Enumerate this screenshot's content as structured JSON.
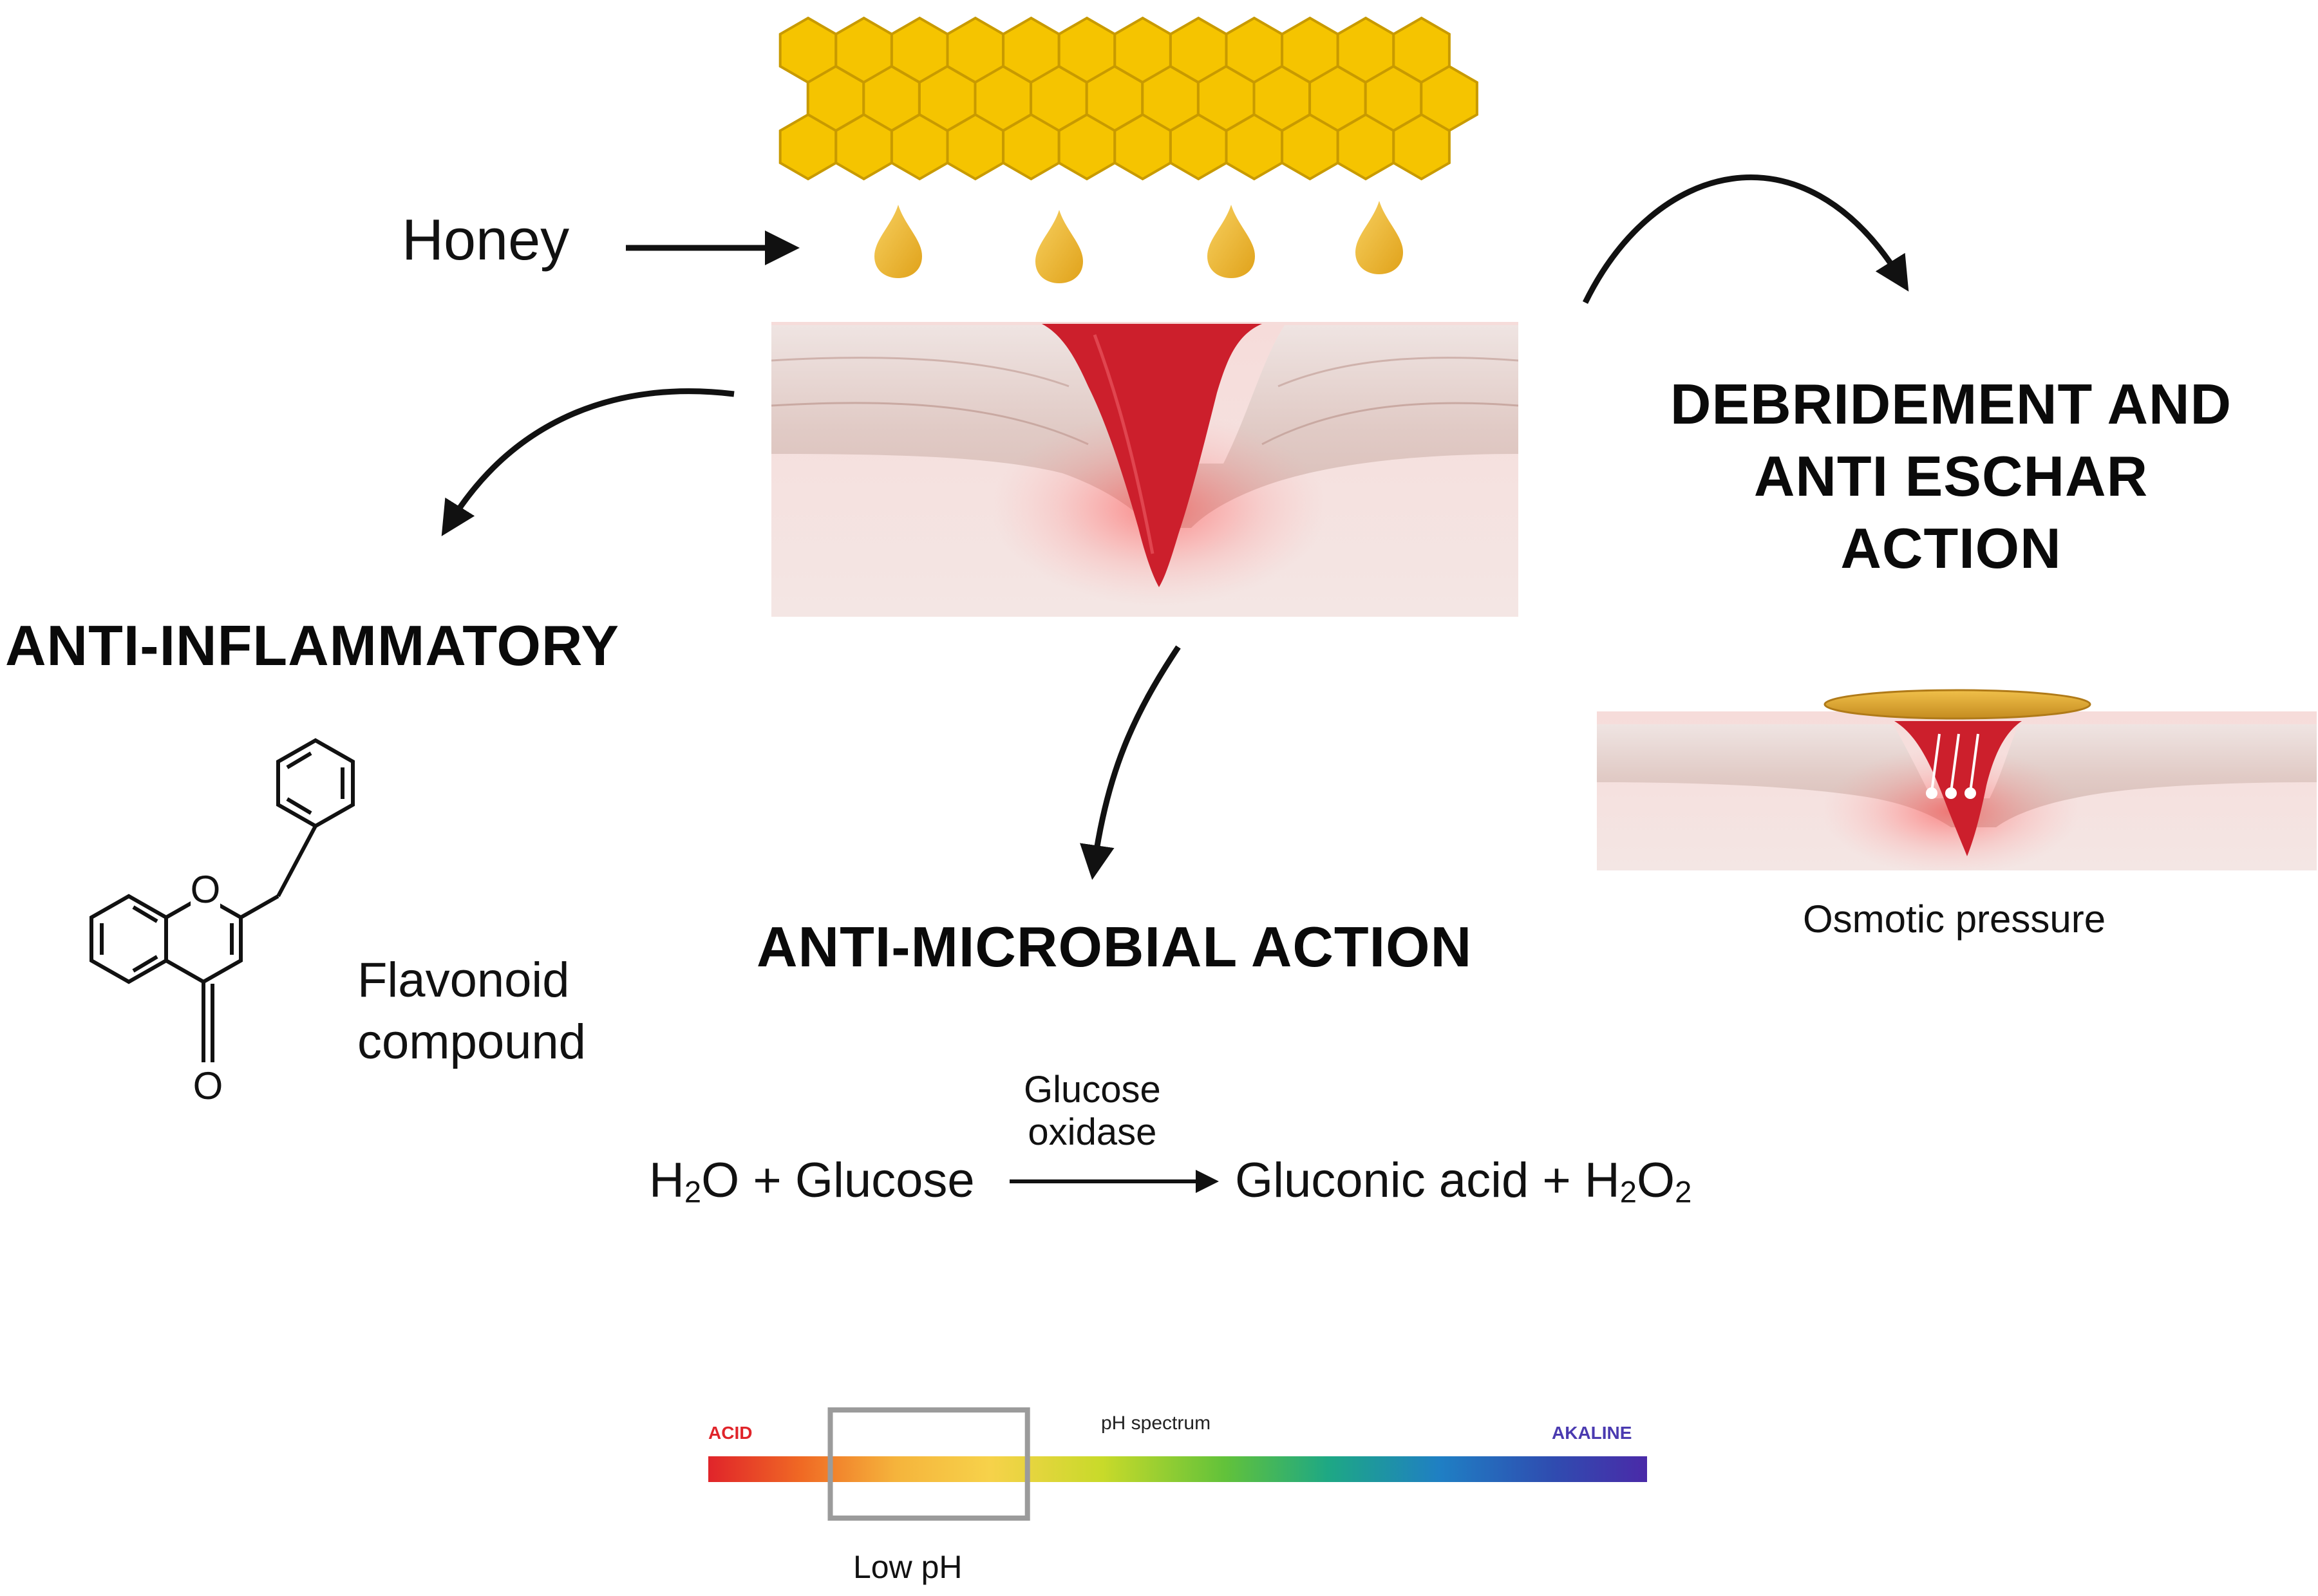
{
  "labels": {
    "honey": "Honey",
    "anti_inflammatory": "ANTI-INFLAMMATORY",
    "anti_microbial": "ANTI-MICROBIAL ACTION",
    "debridement_lines": [
      "DEBRIDEMENT AND",
      "ANTI ESCHAR",
      "ACTION"
    ],
    "flavonoid_lines": [
      "Flavonoid",
      "compound"
    ],
    "flavonoid_atom_o_ring": "O",
    "flavonoid_atom_o_keto": "O",
    "osmotic_pressure": "Osmotic pressure",
    "low_ph": "Low pH"
  },
  "reaction": {
    "reactant_h2o_prefix": "H",
    "reactant_h2o_sub": "2",
    "reactant_h2o_suffix": "O + Glucose",
    "enzyme_line1": "Glucose",
    "enzyme_line2": "oxidase",
    "product_prefix": "Gluconic acid + H",
    "product_sub1": "2",
    "product_mid": "O",
    "product_sub2": "2"
  },
  "ph_spectrum": {
    "title": "pH spectrum",
    "acid_label": "ACID",
    "alkaline_label": "AKALINE",
    "low_ph_range": [
      0.13,
      0.34
    ],
    "gradient_colors": [
      "#e0242a",
      "#f06a24",
      "#f5b43c",
      "#f7d24a",
      "#c8da2a",
      "#62c23a",
      "#1ea884",
      "#1f7fc4",
      "#2f4cb0",
      "#4a2aa8"
    ]
  },
  "colors": {
    "honeycomb_fill": "#f5c400",
    "honeycomb_stroke": "#c89a00",
    "honey_drop": "#f0b428",
    "wound_red": "#cc1f2c",
    "skin_tissue": "#e8d2cc",
    "dermis": "#f7e2e0",
    "honey_pad": "#d9a430"
  }
}
